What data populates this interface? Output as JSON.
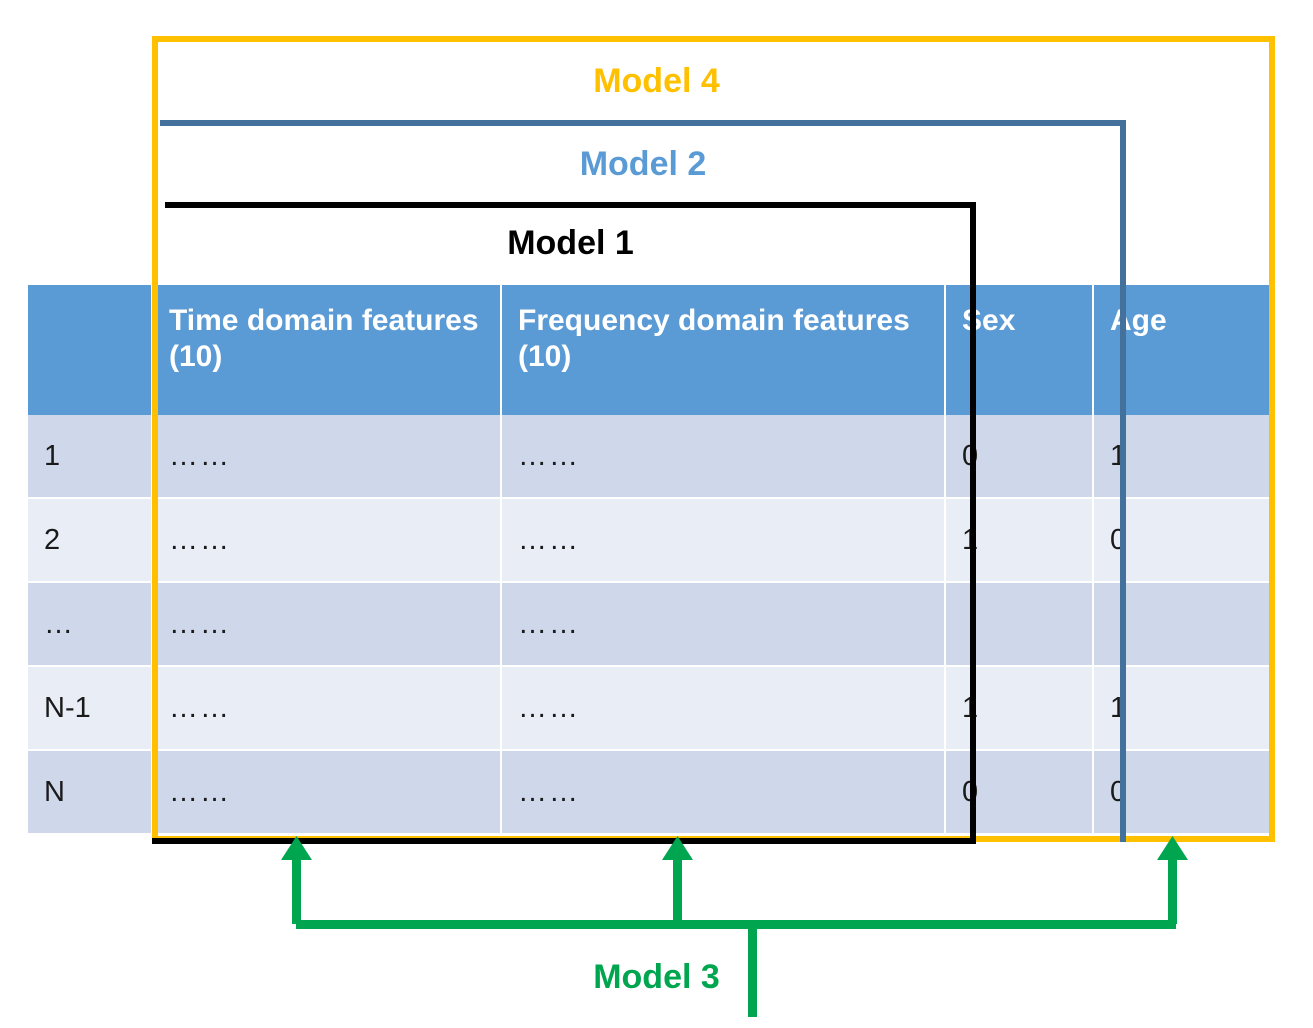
{
  "diagram": {
    "title": "Model feature-set nesting diagram",
    "colors": {
      "model1": "#000000",
      "model2_line": "#44719B",
      "model2_label": "#5B9BD5",
      "model3": "#00A550",
      "model4": "#FFC000",
      "header_fill": "#5B9BD5",
      "row_odd": "#CFD8EA",
      "row_even": "#E9EDF6"
    },
    "brackets": [
      {
        "id": "model1",
        "label": "Model 1",
        "covers": [
          "Time domain features (10)",
          "Frequency domain features (10)"
        ]
      },
      {
        "id": "model2",
        "label": "Model 2",
        "covers": [
          "Time domain features (10)",
          "Frequency domain features (10)",
          "Sex"
        ]
      },
      {
        "id": "model3",
        "label": "Model 3",
        "covers": [
          "Time domain features (10)",
          "Frequency domain features (10)",
          "Age"
        ]
      },
      {
        "id": "model4",
        "label": "Model 4",
        "covers": [
          "Time domain features (10)",
          "Frequency domain features (10)",
          "Sex",
          "Age"
        ]
      }
    ]
  },
  "table": {
    "columns": [
      {
        "key": "index",
        "header": ""
      },
      {
        "key": "time",
        "header": "Time domain features (10)"
      },
      {
        "key": "freq",
        "header": "Frequency domain features (10)"
      },
      {
        "key": "sex",
        "header": "Sex"
      },
      {
        "key": "age",
        "header": "Age"
      }
    ],
    "rows": [
      {
        "index": "1",
        "time": "……",
        "freq": "……",
        "sex": "0",
        "age": "1"
      },
      {
        "index": "2",
        "time": "……",
        "freq": "……",
        "sex": "1",
        "age": "0"
      },
      {
        "index": "…",
        "time": "……",
        "freq": "……",
        "sex": "",
        "age": ""
      },
      {
        "index": "N-1",
        "time": "……",
        "freq": "……",
        "sex": "1",
        "age": "1"
      },
      {
        "index": "N",
        "time": "……",
        "freq": "……",
        "sex": "0",
        "age": "0"
      }
    ]
  },
  "labels": {
    "model1": "Model 1",
    "model2": "Model 2",
    "model3": "Model 3",
    "model4": "Model 4"
  },
  "headers": {
    "index": "",
    "time": "Time domain features (10)",
    "freq": "Frequency domain features (10)",
    "sex": "Sex",
    "age": "Age"
  }
}
